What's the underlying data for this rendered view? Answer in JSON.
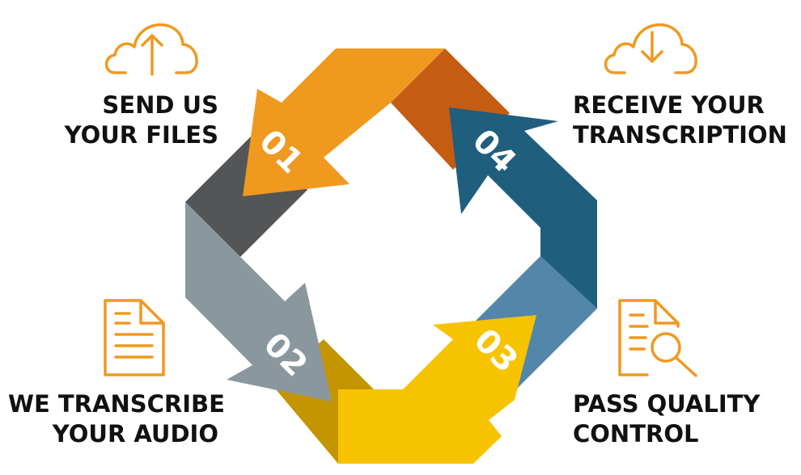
{
  "steps": [
    {
      "number": "01",
      "line1": "SEND US",
      "line2": "YOUR FILES",
      "icon": "cloud-upload-icon",
      "color": "#f0991f"
    },
    {
      "number": "02",
      "line1": "WE TRANSCRIBE",
      "line2": "YOUR AUDIO",
      "icon": "document-icon",
      "color": "#8a979f"
    },
    {
      "number": "03",
      "line1": "PASS QUALITY",
      "line2": "CONTROL",
      "icon": "document-search-icon",
      "color": "#f7c300"
    },
    {
      "number": "04",
      "line1": "RECEIVE YOUR",
      "line2": "TRANSCRIPTION",
      "icon": "cloud-download-icon",
      "color": "#205e7e"
    }
  ],
  "colors": {
    "icon_stroke": "#f0991f",
    "text": "#111111",
    "orange": "#f0991f",
    "orange_dark": "#c45c12",
    "gray_dark": "#545557",
    "gray": "#8a979f",
    "gold_dark": "#c39500",
    "yellow": "#f7c300",
    "blue_light": "#5287aa",
    "blue_dark": "#205e7e"
  }
}
